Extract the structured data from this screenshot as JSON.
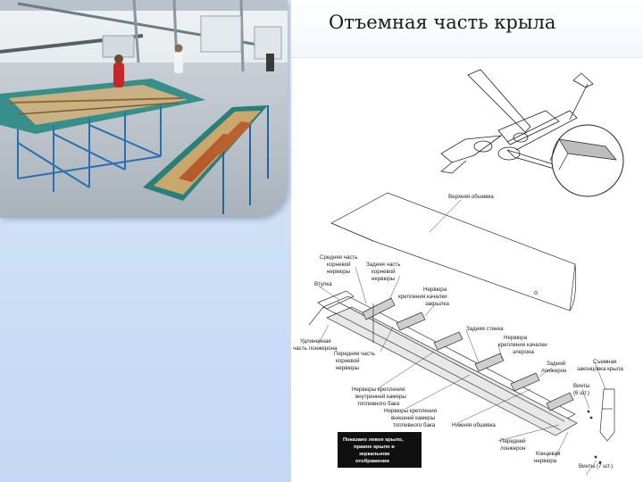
{
  "slide": {
    "title": "Отъемная часть крыла"
  },
  "photo": {
    "description_icon": "factory-photo"
  },
  "diagram": {
    "labels": {
      "upper_skin": "Верхняя обшивка",
      "root_rib_mid": [
        "Средняя часть",
        "корневой",
        "нервюры"
      ],
      "root_rib_rear": [
        "Задняя часть",
        "корневой",
        "нервюры"
      ],
      "bushing": "Втулка",
      "flap_hinge_rib": [
        "Нервюра",
        "крепления качалки",
        "закрылка"
      ],
      "rear_wall": "Задняя стенка",
      "aileron_hinge_rib": [
        "Нервюра",
        "крепления качалки",
        "элерона"
      ],
      "extended_spar": [
        "Удлиненная",
        "часть лонжерона"
      ],
      "root_rib_front": [
        "Передняя часть",
        "корневой",
        "нервюры"
      ],
      "rear_spar": [
        "Задний",
        "лонжерон"
      ],
      "removable_tip": [
        "Съемная",
        "законцовка крыла"
      ],
      "inner_tank_ribs": [
        "Нервюры крепления",
        "внутренней камеры",
        "топливного бака"
      ],
      "screws_6": [
        "Винты",
        "(6 шт.)"
      ],
      "outer_tank_ribs": [
        "Нервюры крепления",
        "внешней камеры",
        "топливного бака"
      ],
      "lower_skin": "Нижняя обшивка",
      "front_spar": [
        "Передний",
        "лонжерон"
      ],
      "tip_rib": [
        "Концевая",
        "нервюра"
      ],
      "screws_7": "Винты (7 шт.)"
    },
    "note": [
      "Показано левое крыло,",
      "правое крыло в",
      "зеркальном",
      "отображении"
    ]
  }
}
